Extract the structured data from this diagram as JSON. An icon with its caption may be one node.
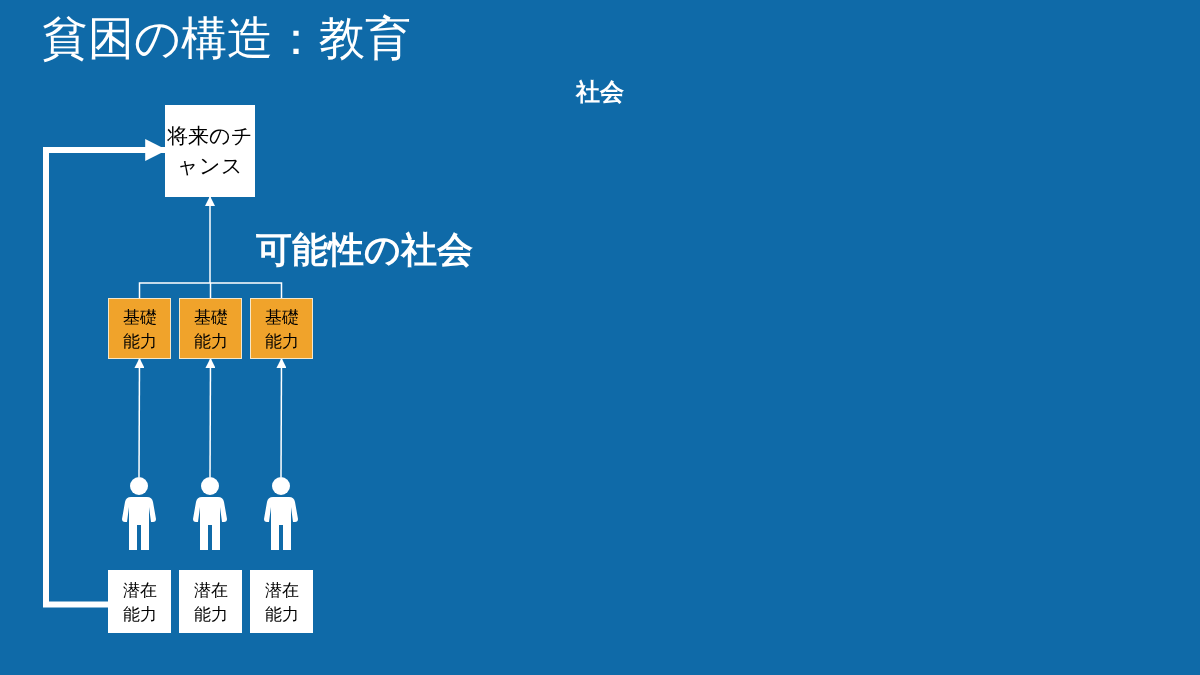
{
  "diagram": {
    "title": "貧困の構造：教育",
    "nodes": [
      {
        "text": [
          "将来のチャンス"
        ]
      },
      {
        "text": [
          "基礎能力"
        ]
      },
      {
        "text": [
          "基礎能力"
        ]
      },
      {
        "text": [
          "基礎能力"
        ]
      },
      {
        "text": [],
        "shape": "person"
      },
      {
        "text": [],
        "shape": "person"
      },
      {
        "text": [],
        "shape": "person"
      },
      {
        "text": [
          "潜在能力"
        ]
      },
      {
        "text": [
          "潜在能力"
        ]
      },
      {
        "text": [
          "潜在能力"
        ]
      }
    ],
    "edges": [
      {
        "from": 1,
        "to": 0,
        "arrow": "to"
      },
      {
        "from": 2,
        "to": 0,
        "arrow": "to"
      },
      {
        "from": 3,
        "to": 0,
        "arrow": "to"
      },
      {
        "from": 4,
        "to": 1,
        "arrow": "to"
      },
      {
        "from": 5,
        "to": 2,
        "arrow": "to"
      },
      {
        "from": 6,
        "to": 3,
        "arrow": "to"
      },
      {
        "from": 7,
        "to": 0,
        "arrow": "to",
        "style": "thick"
      }
    ],
    "labels": [
      "社会",
      "可能性の社会"
    ]
  }
}
